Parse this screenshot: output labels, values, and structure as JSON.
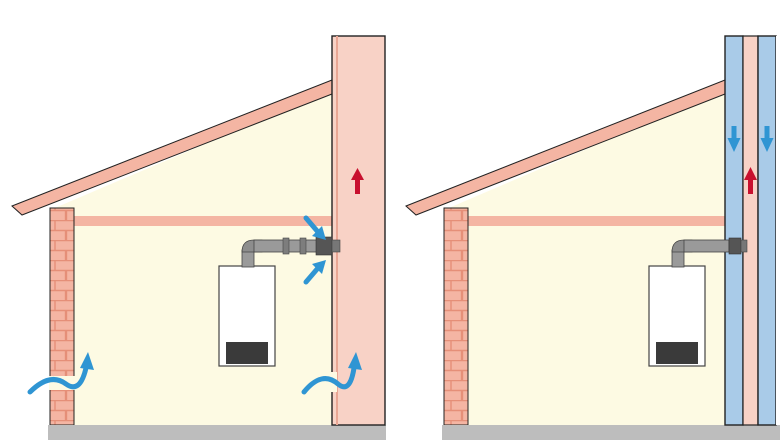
{
  "colors": {
    "wall_fill": "#fdfae3",
    "brick": "#f4b5a3",
    "brick_mortar": "#e58f78",
    "roof": "#f4b5a3",
    "chimney": "#f8d2c6",
    "chimney_edge": "#e9a694",
    "liner_blue": "#a9cbe8",
    "floor": "#bdbdbd",
    "outline": "#222222",
    "boiler_body": "#ffffff",
    "boiler_panel": "#3a3a3a",
    "pipe": "#9a9a9a",
    "air_arrow": "#2f95d3",
    "flue_arrow": "#c8102e"
  },
  "panels": [
    {
      "id": "open-flue-chimney",
      "air_inlet": "wall-vent",
      "icons": [
        "air-inflow-arrow-icon",
        "air-inflow-arrow-icon",
        "air-inflow-arrow-icon",
        "air-inflow-arrow-icon",
        "flue-gas-arrow-icon"
      ]
    },
    {
      "id": "coaxial-chimney",
      "air_inlet": "outer-liner-channels",
      "icons": [
        "air-downflow-arrow-icon",
        "air-downflow-arrow-icon",
        "flue-gas-arrow-icon"
      ]
    }
  ]
}
